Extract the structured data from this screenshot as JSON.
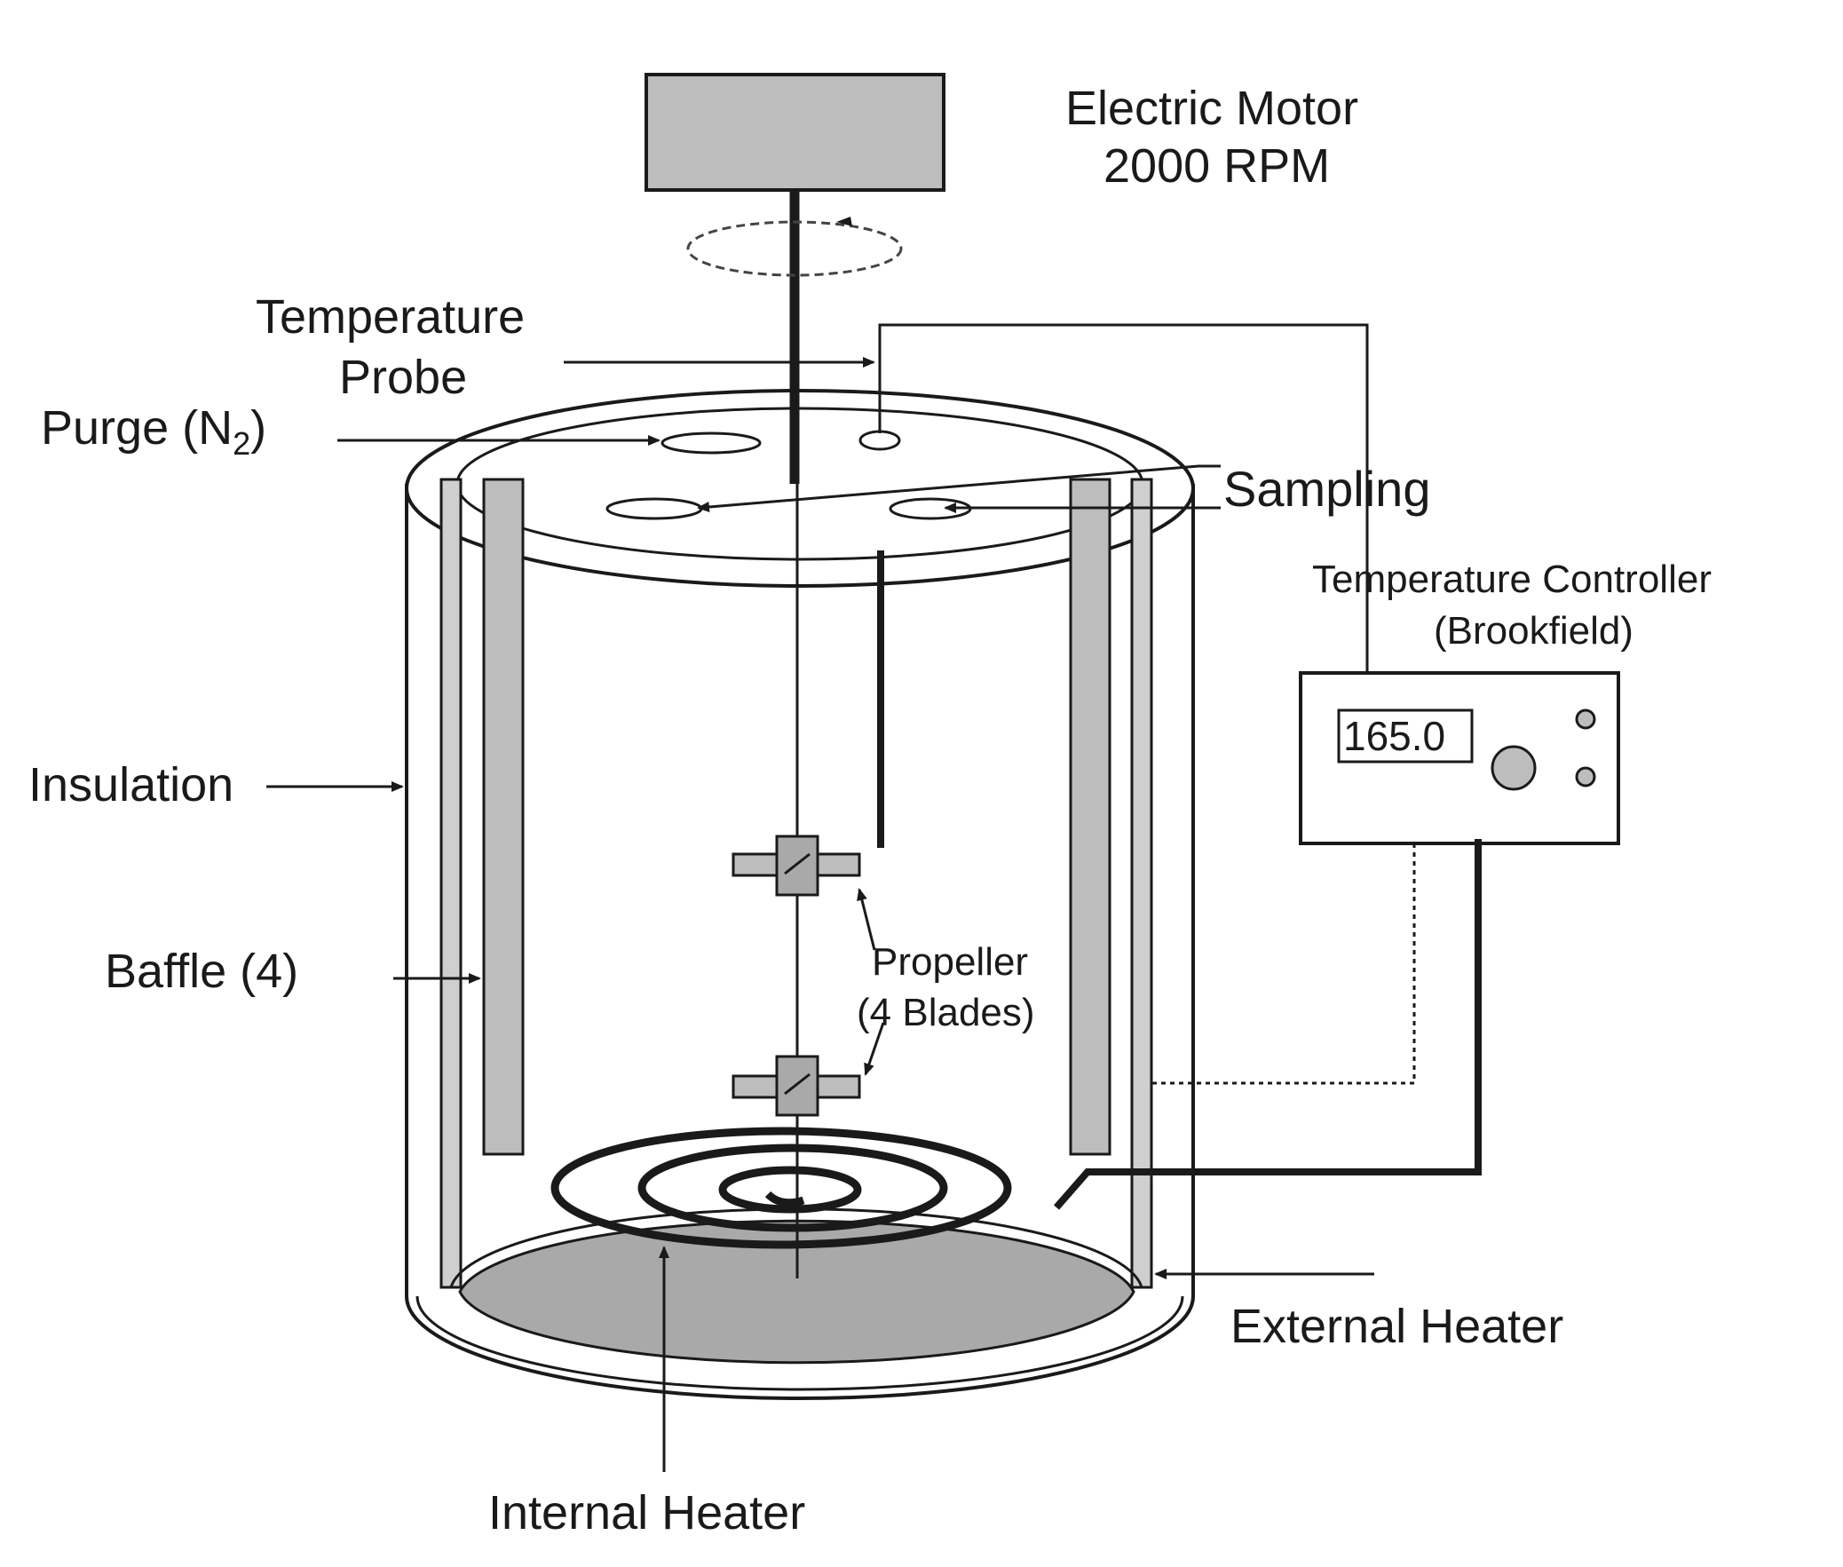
{
  "labels": {
    "motor_line1": "Electric Motor",
    "motor_line2": "2000 RPM",
    "temp_probe_line1": "Temperature",
    "temp_probe_line2": "Probe",
    "purge_prefix": "Purge (N",
    "purge_subscript": "2",
    "purge_suffix": ")",
    "sampling": "Sampling",
    "controller_line1": "Temperature Controller",
    "controller_line2": "(Brookfield)",
    "insulation": "Insulation",
    "baffle": "Baffle (4)",
    "propeller_line1": "Propeller",
    "propeller_line2": "(4 Blades)",
    "external_heater": "External Heater",
    "internal_heater": "Internal Heater"
  },
  "controller": {
    "display_value": "165.0"
  },
  "colors": {
    "stroke": "#1a1a1a",
    "gray_fill": "#bdbdbd",
    "dark_gray_fill": "#a9a9a9",
    "background": "#ffffff"
  }
}
